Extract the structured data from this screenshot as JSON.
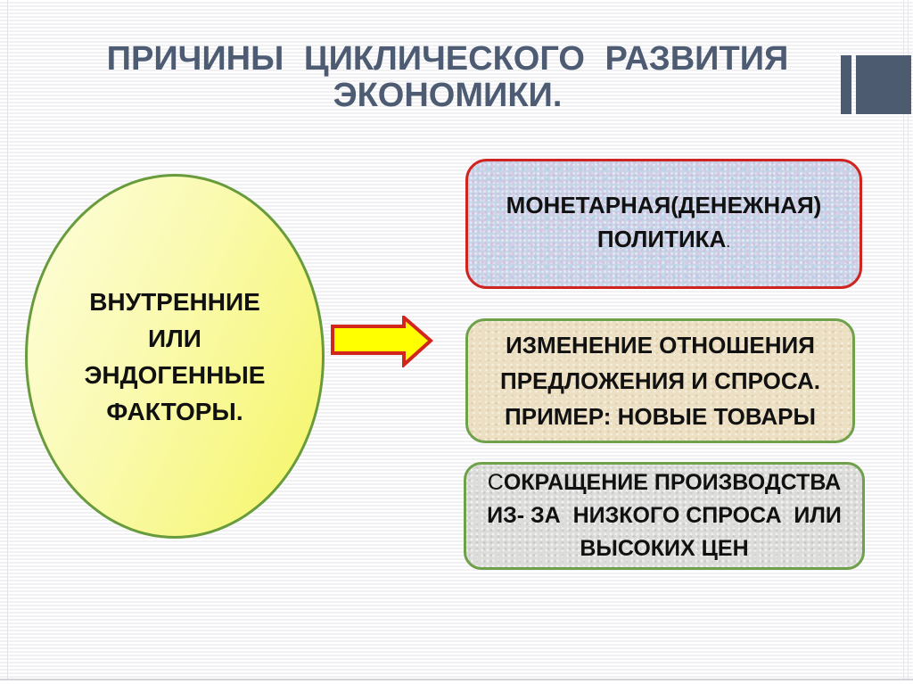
{
  "title": {
    "line1": "ПРИЧИНЫ  ЦИКЛИЧЕСКОГО  РАЗВИТИЯ",
    "line2": "ЭКОНОМИКИ."
  },
  "decor": {
    "title_color": "#4d5b73",
    "accent_color": "#4d5b70"
  },
  "ellipse": {
    "border_color": "#689b3c",
    "fill_gradient": [
      "#fdfdde",
      "#f5f564"
    ],
    "lines": [
      "ВНУТРЕННИЕ",
      "ИЛИ",
      "ЭНДОГЕННЫЕ",
      "ФАКТОРЫ."
    ]
  },
  "arrow": {
    "icon": "right-arrow",
    "fill": "#ffff00",
    "border": "#d3261a"
  },
  "boxes": {
    "monetary": {
      "line1": "МОНЕТАРНАЯ(ДЕНЕЖНАЯ)",
      "line2": "ПОЛИТИКА",
      "period": ".",
      "border_color": "#cf2520",
      "bg_color": "#c6d3e6"
    },
    "supply_demand": {
      "line1": "ИЗМЕНЕНИЕ ОТНОШЕНИЯ",
      "line2": "ПРЕДЛОЖЕНИЯ И СПРОСА.",
      "line3": "ПРИМЕР: НОВЫЕ ТОВАРЫ",
      "border_color": "#6fa04a",
      "bg_color": "#ecdfc2"
    },
    "production_cut": {
      "line1_lead": "С",
      "line1_rest": "ОКРАЩЕНИЕ ПРОИЗВОДСТВА",
      "line2": "ИЗ- ЗА  НИЗКОГО СПРОСА  ИЛИ",
      "line3": "ВЫСОКИХ ЦЕН",
      "border_color": "#6fa04a",
      "bg_color": "#dcdcda"
    }
  }
}
